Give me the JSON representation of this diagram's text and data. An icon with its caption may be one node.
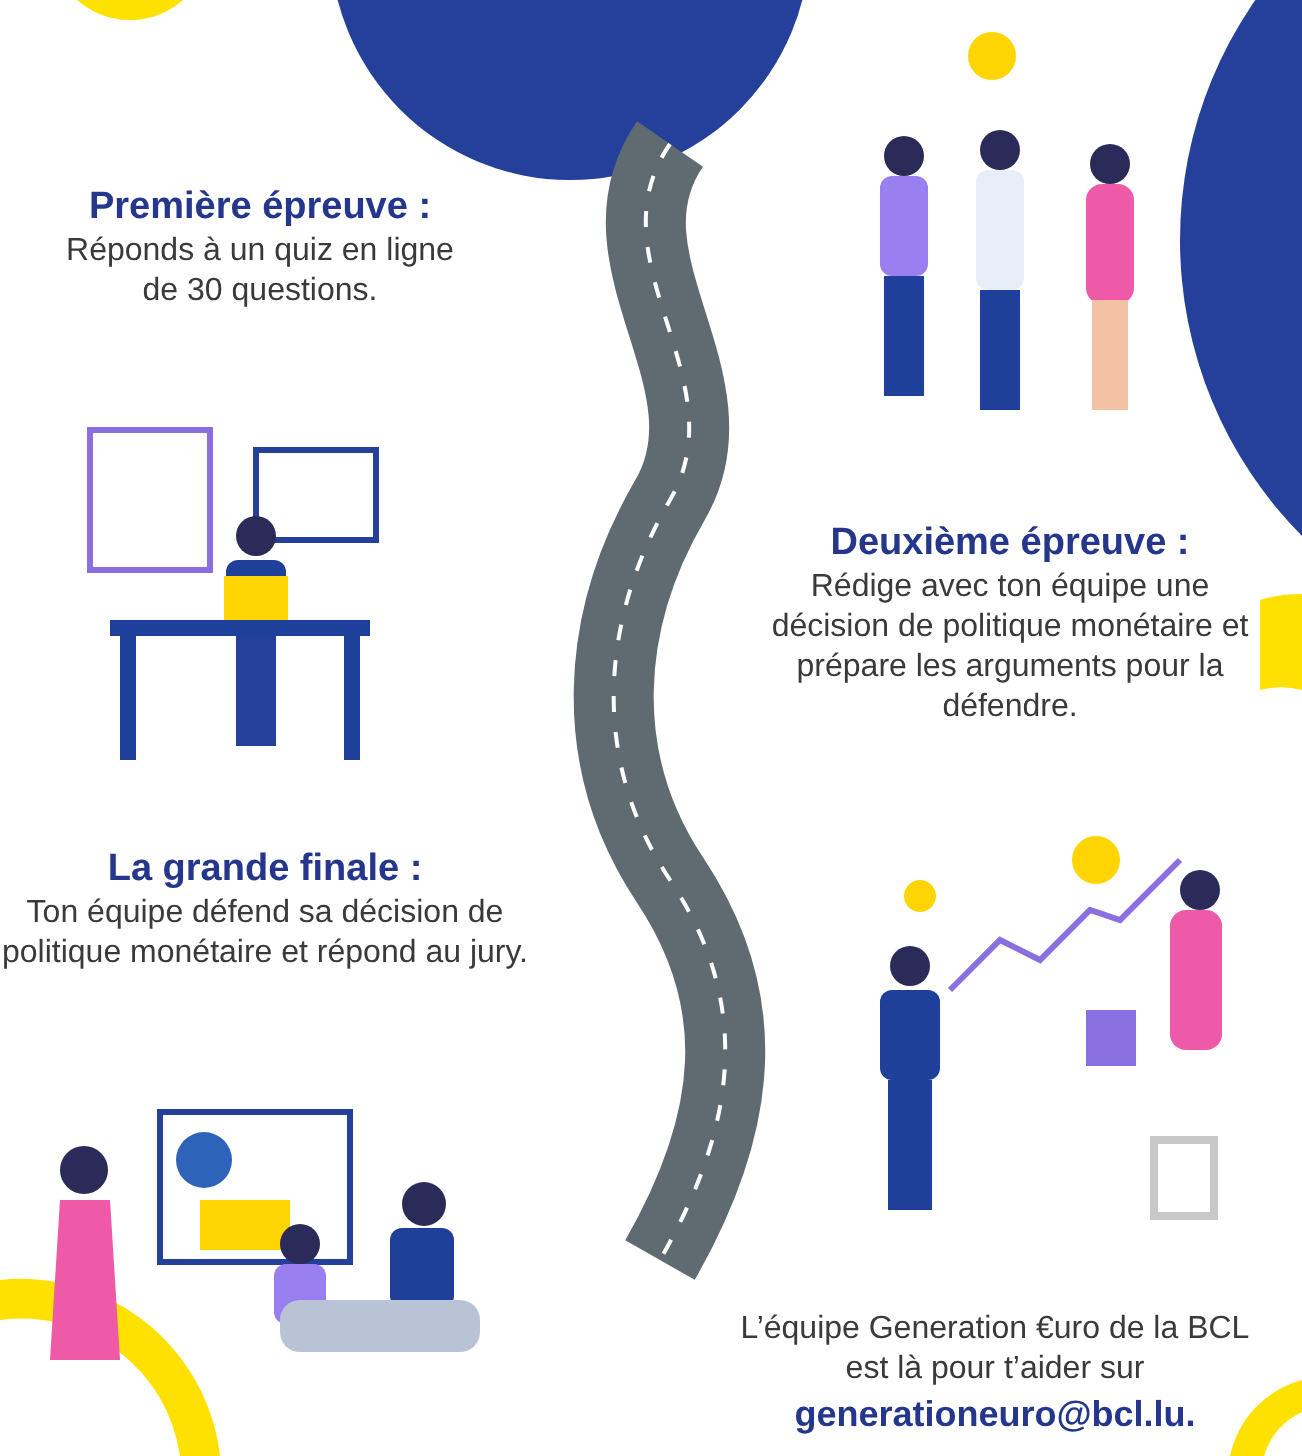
{
  "diagram": {
    "labels": [
      "Première épreuve :",
      "Réponds à un quiz en ligne de 30 questions.",
      "Deuxième épreuve :",
      "Rédige avec ton équipe une décision de politique monétaire et prépare les arguments pour la défendre.",
      "La grande finale :",
      "Ton équipe défend sa décision de politique monétaire et répond au jury.",
      "L’équipe Generation €uro de la BCL est là pour t’aider sur",
      "generationeuro@bcl.lu."
    ]
  }
}
